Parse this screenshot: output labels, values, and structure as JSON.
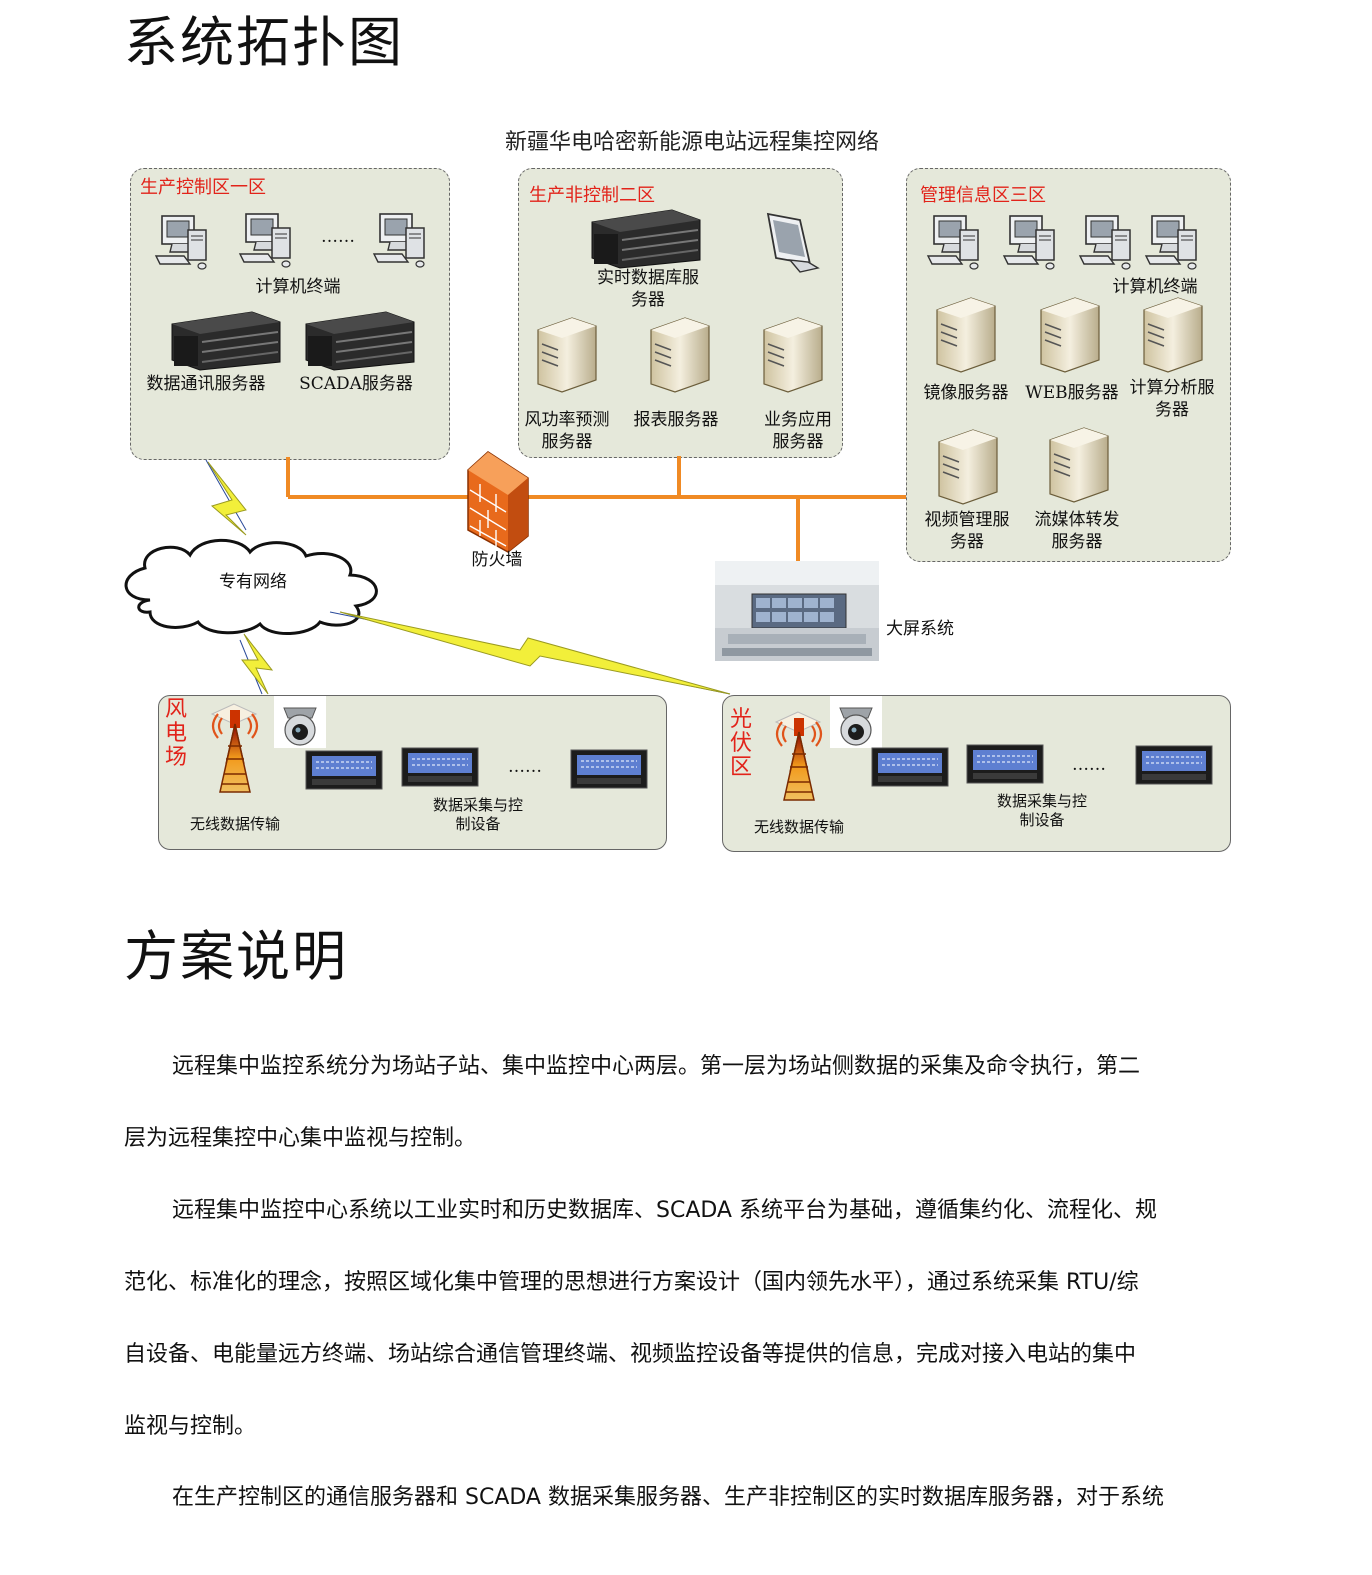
{
  "headings": {
    "topology": "系统拓扑图",
    "scheme": "方案说明"
  },
  "diagram": {
    "title": "新疆华电哈密新能源电站远程集控网络",
    "zone1": {
      "label": "生产控制区一区",
      "dots": "……",
      "terminals_label": "计算机终端",
      "server_a": "数据通讯服务器",
      "server_b": "SCADA服务器"
    },
    "zone2": {
      "label": "生产非控制二区",
      "rtdb_line1": "实时数据库服",
      "rtdb_line2": "务器",
      "s1_line1": "风功率预测",
      "s1_line2": "服务器",
      "s2": "报表服务器",
      "s3_line1": "业务应用",
      "s3_line2": "服务器"
    },
    "zone3": {
      "label": "管理信息区三区",
      "terminals_label": "计算机终端",
      "s1": "镜像服务器",
      "s2": "WEB服务器",
      "s3_line1": "计算分析服",
      "s3_line2": "务器",
      "s4_line1": "视频管理服",
      "s4_line2": "务器",
      "s5_line1": "流媒体转发",
      "s5_line2": "服务器"
    },
    "firewall": "防火墙",
    "cloud": "专有网络",
    "bigscreen": "大屏系统",
    "wind": {
      "label": "风电场",
      "wireless": "无线数据传输",
      "dots": "……",
      "device_line1": "数据采集与控",
      "device_line2": "制设备"
    },
    "pv": {
      "label": "光伏区",
      "wireless": "无线数据传输",
      "dots": "……",
      "device_line1": "数据采集与控",
      "device_line2": "制设备"
    },
    "colors": {
      "link": "#f08a24",
      "zone_fill": "#e5e8da",
      "zone_label": "#e2231a",
      "lightning": "#f2ef3a"
    }
  },
  "paragraphs": {
    "p1_line1": "远程集中监控系统分为场站子站、集中监控中心两层。第一层为场站侧数据的采集及命令执行，第二",
    "p1_line2": "层为远程集控中心集中监视与控制。",
    "p2_line1": "远程集中监控中心系统以工业实时和历史数据库、SCADA 系统平台为基础，遵循集约化、流程化、规",
    "p2_line2": "范化、标准化的理念，按照区域化集中管理的思想进行方案设计（国内领先水平），通过系统采集 RTU/综",
    "p2_line3": "自设备、电能量远方终端、场站综合通信管理终端、视频监控设备等提供的信息，完成对接入电站的集中",
    "p2_line4": "监视与控制。",
    "p3_line1": "在生产控制区的通信服务器和 SCADA 数据采集服务器、生产非控制区的实时数据库服务器，对于系统"
  }
}
